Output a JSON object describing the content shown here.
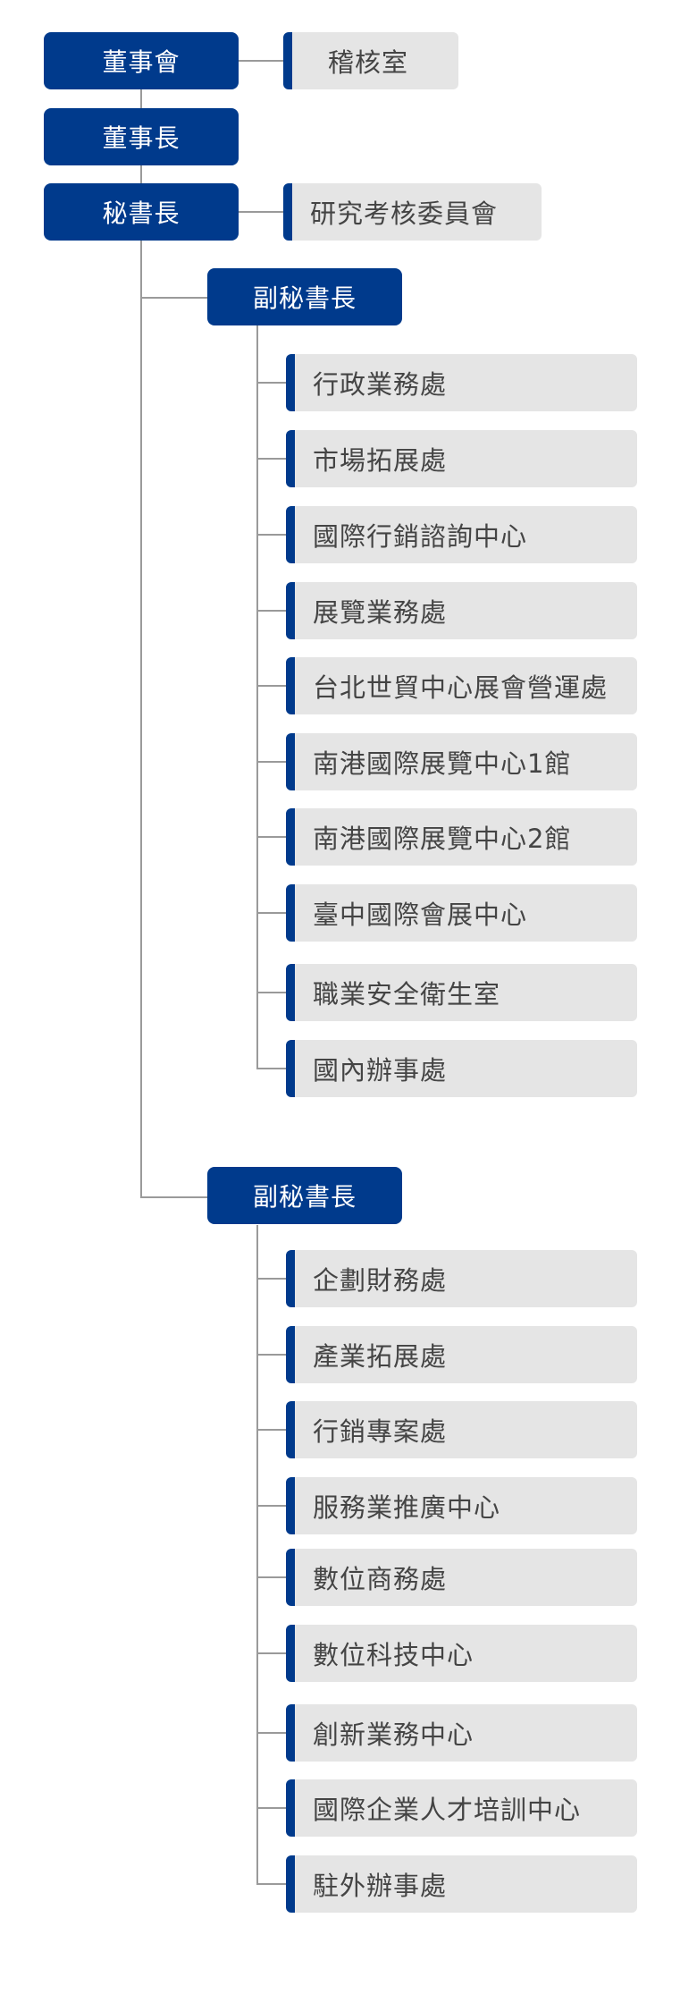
{
  "top": {
    "board": "董事會",
    "audit": "稽核室",
    "chairman": "董事長",
    "secretary_general": "秘書長",
    "research_committee": "研究考核委員會"
  },
  "groups": [
    {
      "deputy": "副秘書長",
      "units": [
        "行政業務處",
        "市場拓展處",
        "國際行銷諮詢中心",
        "展覽業務處",
        "台北世貿中心展會營運處",
        "南港國際展覽中心1館",
        "南港國際展覽中心2館",
        "臺中國際會展中心",
        "職業安全衛生室",
        "國內辦事處"
      ]
    },
    {
      "deputy": "副秘書長",
      "units": [
        "企劃財務處",
        "產業拓展處",
        "行銷專案處",
        "服務業推廣中心",
        "數位商務處",
        "數位科技中心",
        "創新業務中心",
        "國際企業人才培訓中心",
        "駐外辦事處"
      ]
    }
  ],
  "colors": {
    "primary": "#003a8c",
    "unit_bg": "#e5e5e5",
    "line": "#9a9a9a"
  }
}
